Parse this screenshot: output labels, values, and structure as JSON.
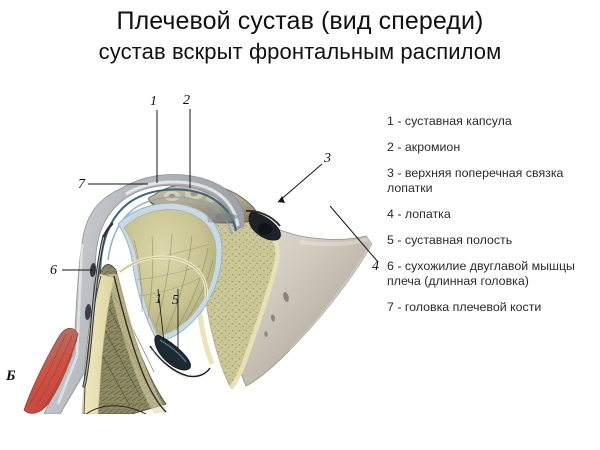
{
  "title": {
    "main": "Плечевой сустав (вид спереди)",
    "sub": "сустав вскрыт фронтальным распилом"
  },
  "legend": {
    "items": [
      {
        "id": "1",
        "text": "1 - суставная капсула"
      },
      {
        "id": "2",
        "text": "2 - акромион"
      },
      {
        "id": "3",
        "text": "3 - верхняя поперечная связка лопатки"
      },
      {
        "id": "4",
        "text": "4 - лопатка"
      },
      {
        "id": "5",
        "text": "5 - суставная полость"
      },
      {
        "id": "6",
        "text": "6 - сухожилие двуглавой мышцы плеча (длинная головка)"
      },
      {
        "id": "7",
        "text": "7 - головка плечевой кости"
      }
    ]
  },
  "figure": {
    "panel_letter": "Б",
    "callouts": [
      {
        "id": "c1",
        "label": "1",
        "target": "joint-capsule-superior"
      },
      {
        "id": "c2",
        "label": "2",
        "target": "acromion"
      },
      {
        "id": "c3",
        "label": "3",
        "target": "superior-transverse-scapular-ligament"
      },
      {
        "id": "c4",
        "label": "4",
        "target": "scapula-blade"
      },
      {
        "id": "c5",
        "label": "5",
        "target": "articular-cavity"
      },
      {
        "id": "c6",
        "label": "6",
        "target": "biceps-long-head-tendon"
      },
      {
        "id": "c7",
        "label": "7",
        "target": "humeral-head"
      },
      {
        "id": "c1b",
        "label": "1",
        "target": "joint-capsule-inferior"
      }
    ],
    "colors": {
      "background": "#ffffff",
      "cancellous_bone": "#cdc897",
      "cortical_bone": "#e8e2b4",
      "scapula_blade": "#cfc8bd",
      "acromion": "#b5ab91",
      "capsule_outer": "#b9bcc0",
      "synovial_line": "#35688a",
      "cartilage": "#c6d9e4",
      "muscle": "#cc4f42",
      "marrow_dark": "#5d5b42",
      "outline": "#3a3833"
    }
  }
}
